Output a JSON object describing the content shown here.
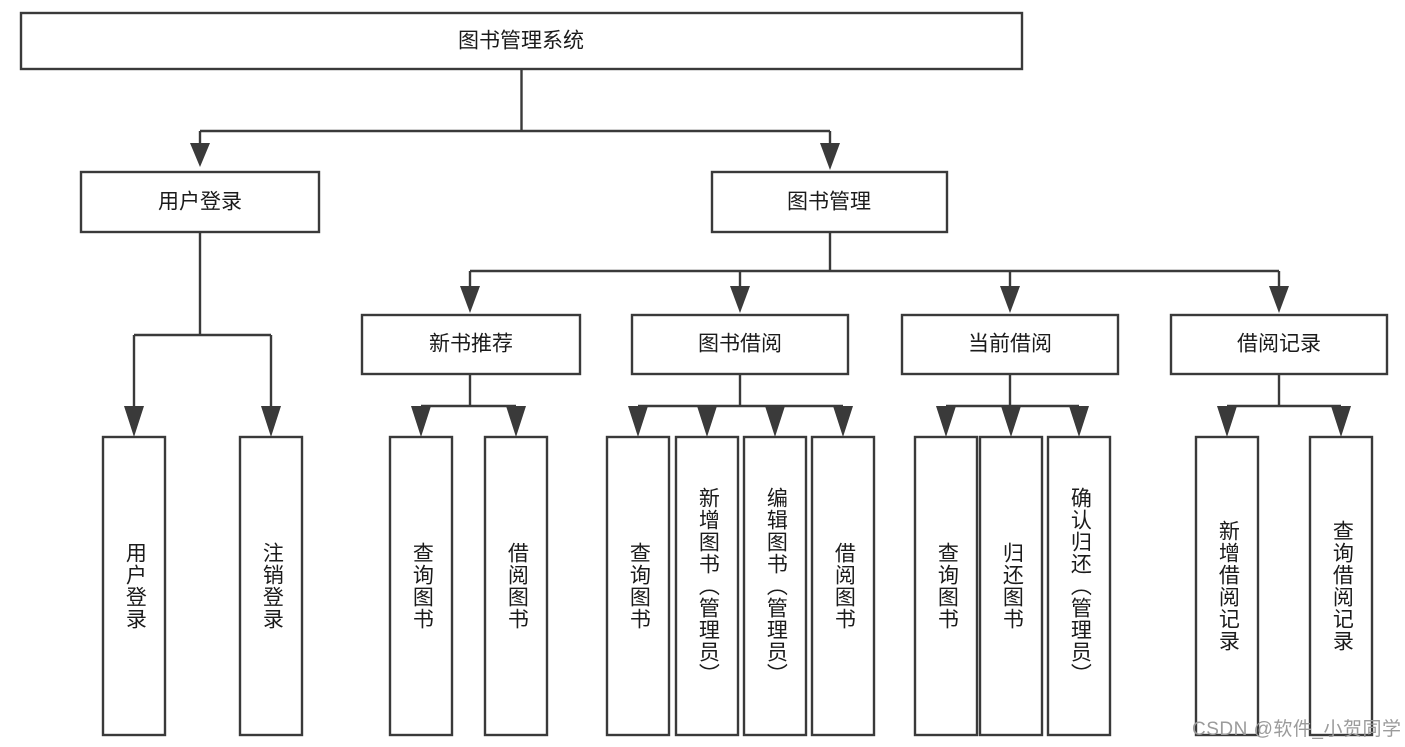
{
  "diagram": {
    "type": "tree-hierarchy",
    "title": "图书管理系统",
    "orientation": "top-down",
    "colors": {
      "box_stroke": "#3a3a3a",
      "box_fill": "#ffffff",
      "connector": "#3a3a3a",
      "text": "#1b1b1b",
      "background": "#ffffff",
      "watermark": "#9b9b9b"
    },
    "root": {
      "label": "图书管理系统"
    },
    "level2": [
      {
        "label": "用户登录"
      },
      {
        "label": "图书管理"
      }
    ],
    "level3": [
      {
        "label": "新书推荐"
      },
      {
        "label": "图书借阅"
      },
      {
        "label": "当前借阅"
      },
      {
        "label": "借阅记录"
      }
    ],
    "leaves": {
      "user_login": [
        {
          "label": "用户登录"
        },
        {
          "label": "注销登录"
        }
      ],
      "new_book_recommend": [
        {
          "label": "查询图书"
        },
        {
          "label": "借阅图书"
        }
      ],
      "book_borrow": [
        {
          "label": "查询图书"
        },
        {
          "label": "新增图书（管理员）"
        },
        {
          "label": "编辑图书（管理员）"
        },
        {
          "label": "借阅图书"
        }
      ],
      "current_borrow": [
        {
          "label": "查询图书"
        },
        {
          "label": "归还图书"
        },
        {
          "label": "确认归还（管理员）"
        }
      ],
      "borrow_records": [
        {
          "label": "新增借阅记录"
        },
        {
          "label": "查询借阅记录"
        }
      ]
    }
  },
  "watermark": {
    "text": "CSDN @软件_小贺同学"
  }
}
